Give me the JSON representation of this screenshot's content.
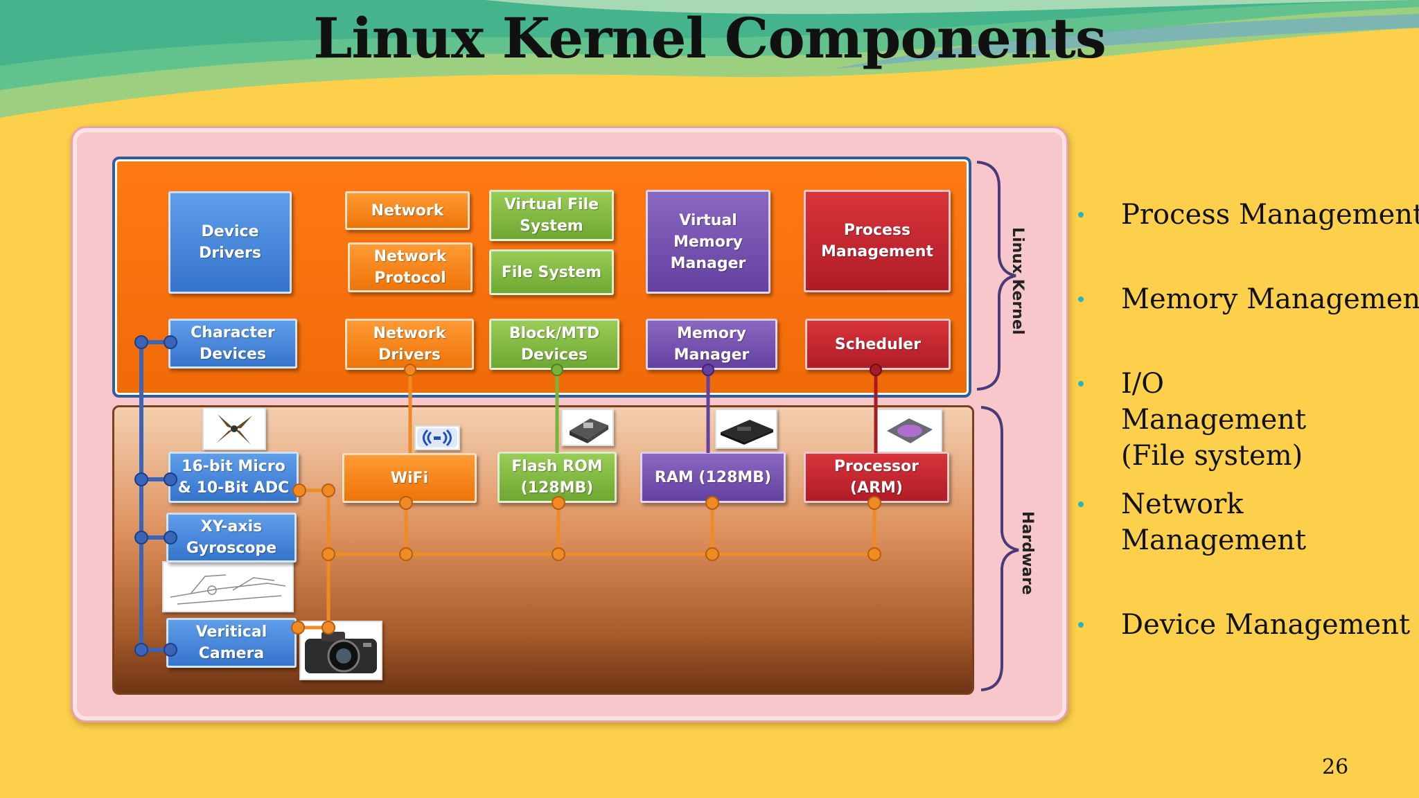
{
  "title": "Linux Kernel Components",
  "kernel_label": "Linux Kernel",
  "hardware_label": "Hardware",
  "kernel_boxes": {
    "device_drivers": "Device\nDrivers",
    "character_devices": "Character\nDevices",
    "network": "Network",
    "network_protocol": "Network\nProtocol",
    "network_drivers": "Network\nDrivers",
    "virtual_file_system": "Virtual File\nSystem",
    "file_system": "File System",
    "block_mtd_devices": "Block/MTD\nDevices",
    "virtual_memory_manager": "Virtual\nMemory\nManager",
    "memory_manager": "Memory\nManager",
    "process_management": "Process\nManagement",
    "scheduler": "Scheduler"
  },
  "hardware_boxes": {
    "micro_adc": "16-bit Micro\n& 10-Bit ADC",
    "gyroscope": "XY-axis\nGyroscope",
    "camera": "Veritical\nCamera",
    "wifi": "WiFi",
    "flash_rom": "Flash ROM\n(128MB)",
    "ram": "RAM (128MB)",
    "processor": "Processor\n(ARM)"
  },
  "bullets": [
    "Process Management",
    "Memory Management",
    "I/O Management (File system)",
    "Network Management",
    "Device Management"
  ],
  "page_number": "26",
  "colors": {
    "background": "#fcd04a",
    "accent_teal": "#2bb3c0",
    "kernel_orange": "#f06a08",
    "bus_orange": "#f08a24",
    "bus_blue": "#3a64b8"
  }
}
